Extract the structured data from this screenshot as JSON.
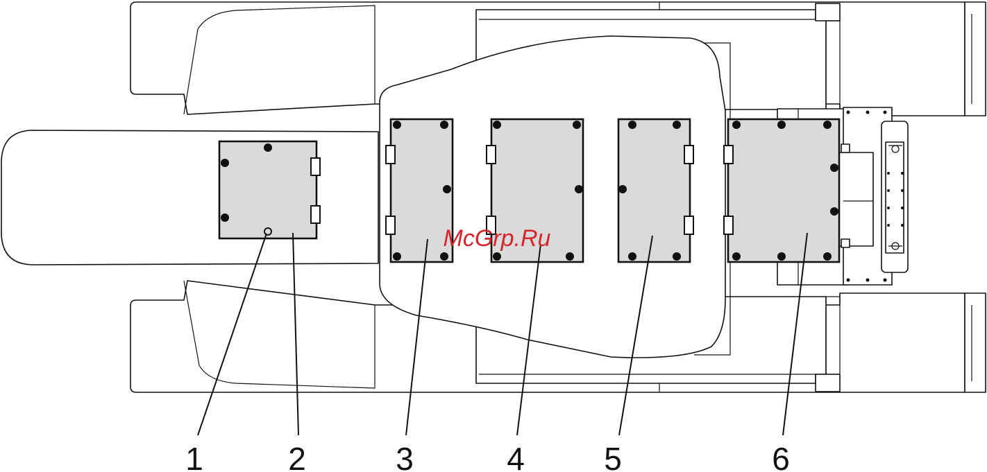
{
  "watermark": {
    "text": "McGrp.Ru",
    "color": "#d6262b"
  },
  "callouts": [
    {
      "label": "1"
    },
    {
      "label": "2"
    },
    {
      "label": "3"
    },
    {
      "label": "4"
    },
    {
      "label": "5"
    },
    {
      "label": "6"
    }
  ],
  "colors": {
    "outline": "#111111",
    "panel_fill": "#dadada",
    "background": "#ffffff"
  }
}
